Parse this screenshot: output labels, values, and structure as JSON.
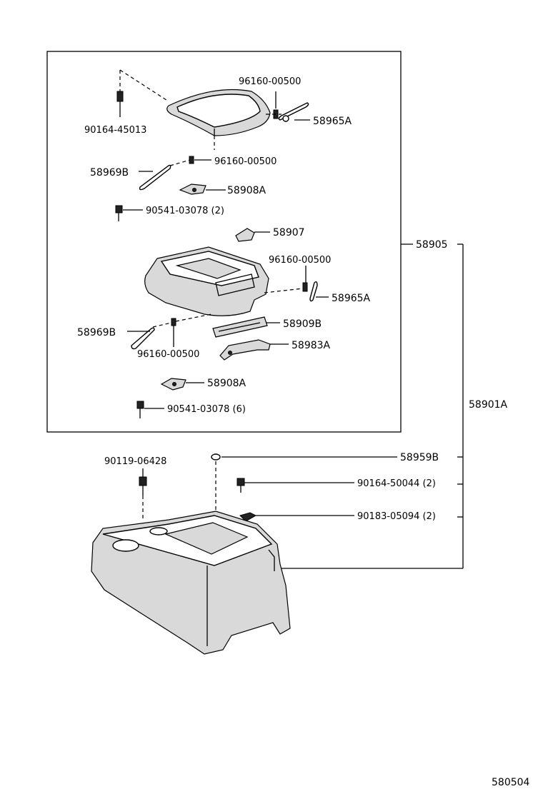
{
  "labels": {
    "p1": "96160-00500",
    "p2": "90164-45013",
    "p3": "58965A",
    "p4": "58969B",
    "p5": "96160-00500",
    "p6": "58908A",
    "p7": "90541-03078 (2)",
    "p8": "58907",
    "p9": "58905",
    "p10": "96160-00500",
    "p11": "58965A",
    "p12": "58969B",
    "p13": "58909B",
    "p14": "96160-00500",
    "p15": "58983A",
    "p16": "58908A",
    "p17": "90541-03078 (6)",
    "p18": "58901A",
    "p19": "90119-06428",
    "p20": "58959B",
    "p21": "90164-50044 (2)",
    "p22": "90183-05094 (2)"
  },
  "diagram_code": "580504"
}
